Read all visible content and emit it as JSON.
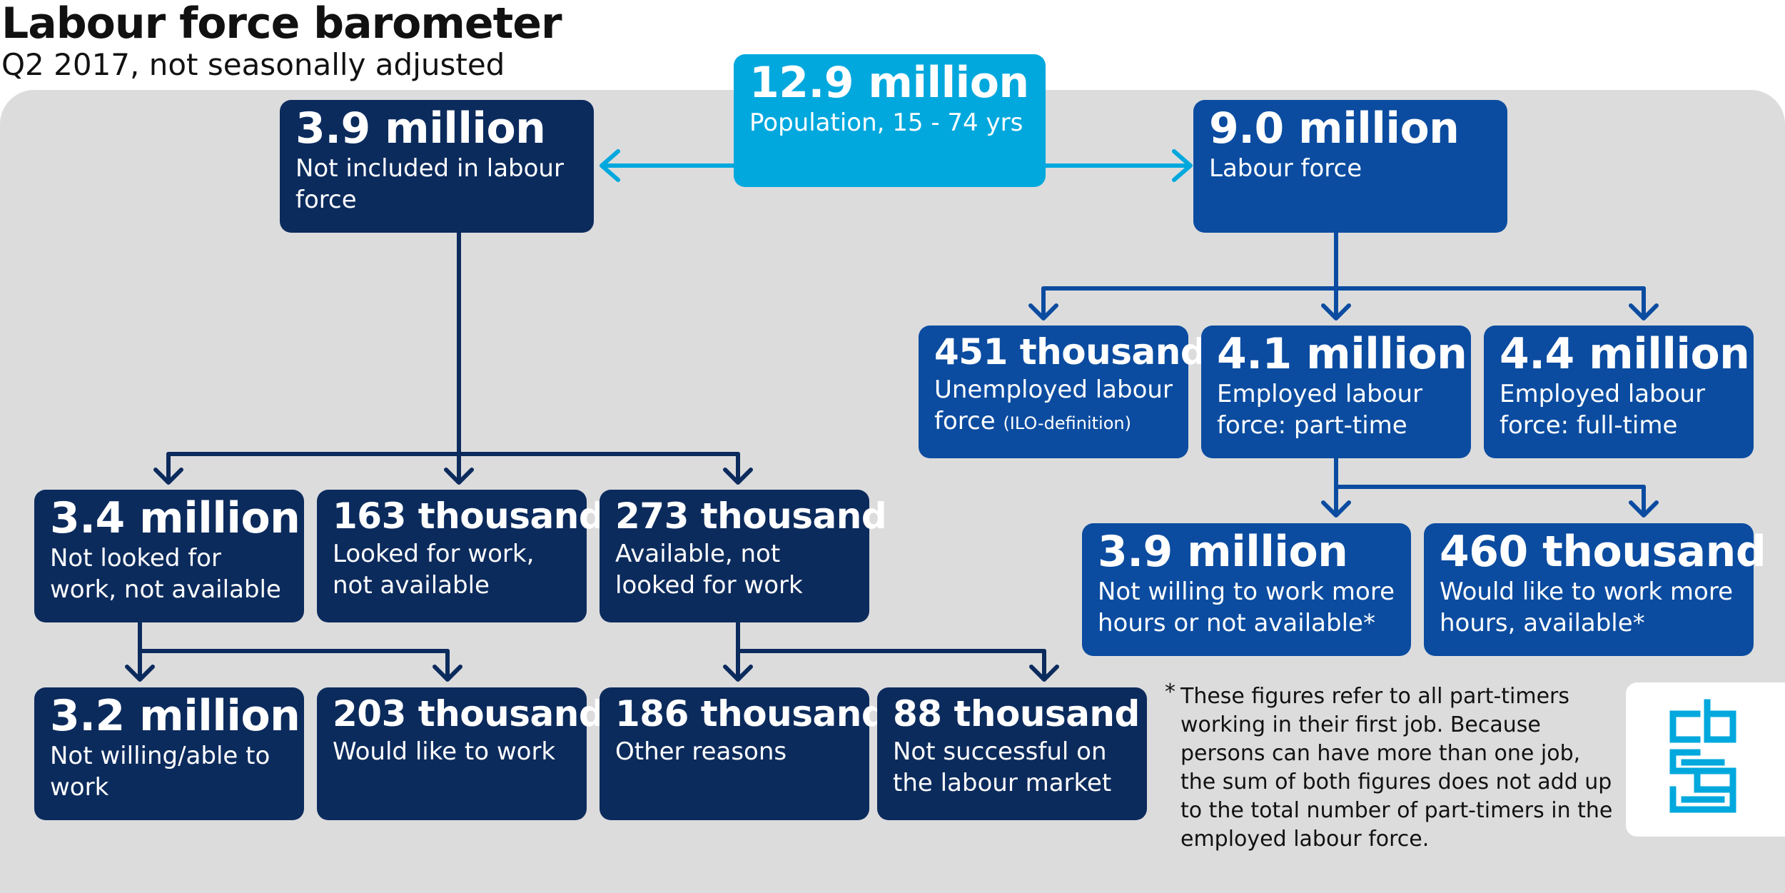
{
  "header": {
    "title": "Labour force barometer",
    "subtitle": "Q2 2017, not seasonally adjusted"
  },
  "nodes": {
    "population": {
      "value": "12.9 million",
      "label": "Population, 15 - 74 yrs"
    },
    "not_in_labour_force": {
      "value": "3.9 million",
      "label": "Not included in labour force"
    },
    "labour_force": {
      "value": "9.0 million",
      "label": "Labour force"
    },
    "unemployed": {
      "value": "451 thousand",
      "label": "Unemployed labour force",
      "note": "(ILO-definition)"
    },
    "employed_part_time": {
      "value": "4.1 million",
      "label": "Employed labour force: part-time"
    },
    "employed_full_time": {
      "value": "4.4 million",
      "label": "Employed labour force: full-time"
    },
    "not_willing_more_hours": {
      "value": "3.9 million",
      "label": "Not willing to work more hours or not available*"
    },
    "would_like_more_hours": {
      "value": "460 thousand",
      "label": "Would like to work more hours, available*"
    },
    "not_looked_not_available": {
      "value": "3.4 million",
      "label": "Not looked for work, not available"
    },
    "looked_not_available": {
      "value": "163 thousand",
      "label": "Looked for work, not available"
    },
    "available_not_looked": {
      "value": "273 thousand",
      "label": "Available, not looked for work"
    },
    "not_willing_able": {
      "value": "3.2 million",
      "label": "Not willing/able to work"
    },
    "would_like_to_work": {
      "value": "203 thousand",
      "label": "Would like to work"
    },
    "other_reasons": {
      "value": "186 thousand",
      "label": "Other reasons"
    },
    "not_successful": {
      "value": "88 thousand",
      "label": "Not successful on the labour market"
    }
  },
  "footnote": {
    "marker": "*",
    "text": "These figures refer to all part-timers working in their first job. Because persons can have more than one job, the sum of both figures does not add up to the total number of part-timers in the employed labour force."
  },
  "logo": {
    "icon": "cbs-logo-icon"
  },
  "colors": {
    "dark_box": "#0c2b5d",
    "mid_box": "#0b4ca0",
    "population_box": "#00a8dd",
    "arrow_dark": "#0c2b5d",
    "arrow_mid": "#0b4ca0",
    "arrow_light": "#00a8dd",
    "background": "#dcdcdd"
  }
}
